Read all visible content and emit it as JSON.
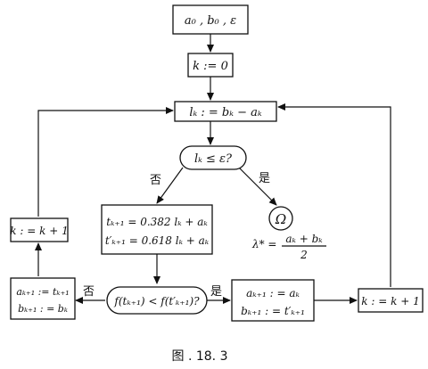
{
  "boxes": {
    "input": "a₀ , b₀ , ε",
    "init": "k := 0",
    "length": "lₖ : = bₖ − aₖ",
    "condition": "lₖ ≤ ε?",
    "probe_t": "tₖ₊₁ = 0.382 lₖ + aₖ",
    "probe_t_prime": "t′ₖ₊₁ = 0.618 lₖ + aₖ",
    "terminal": "Ω",
    "compare": "f(tₖ₊₁) < f(t′ₖ₊₁)?",
    "increment_left": "k : = k + 1",
    "increment_right": "k : = k + 1",
    "update_left_a": "aₖ₊₁ := tₖ₊₁",
    "update_left_b": "bₖ₊₁ : = bₖ",
    "update_right_a": "aₖ₊₁ : = aₖ",
    "update_right_b": "bₖ₊₁ : = t′ₖ₊₁"
  },
  "result": {
    "lhs": "λ* =",
    "numerator": "aₖ + bₖ",
    "denominator": "2"
  },
  "branch_labels": {
    "condition_no": "否",
    "condition_yes": "是",
    "compare_no": "否",
    "compare_yes": "是"
  },
  "caption": "图 . 18. 3"
}
